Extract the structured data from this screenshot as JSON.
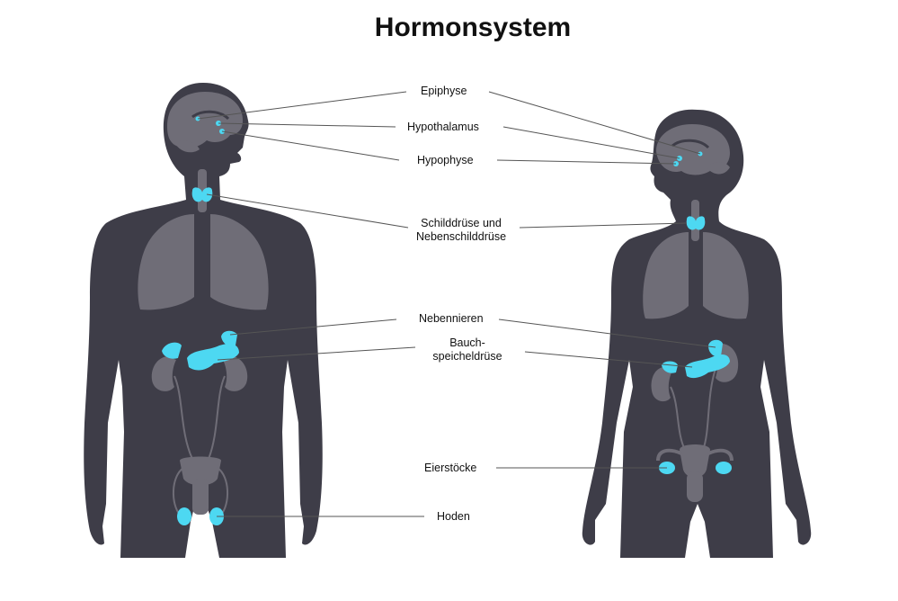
{
  "title": "Hormonsystem",
  "colors": {
    "body": "#3e3d48",
    "organ": "#6f6d77",
    "organ_light": "#8a8891",
    "gland": "#4dd8f2",
    "line": "#555555",
    "text": "#111111"
  },
  "labels": {
    "epiphyse": "Epiphyse",
    "hypothalamus": "Hypothalamus",
    "hypophyse": "Hypophyse",
    "schilddruese_1": "Schilddrüse und",
    "schilddruese_2": "Nebenschilddrüse",
    "nebennieren": "Nebennieren",
    "bauch_1": "Bauch-",
    "bauch_2": "speicheldrüse",
    "eierstoecke": "Eierstöcke",
    "hoden": "Hoden"
  }
}
